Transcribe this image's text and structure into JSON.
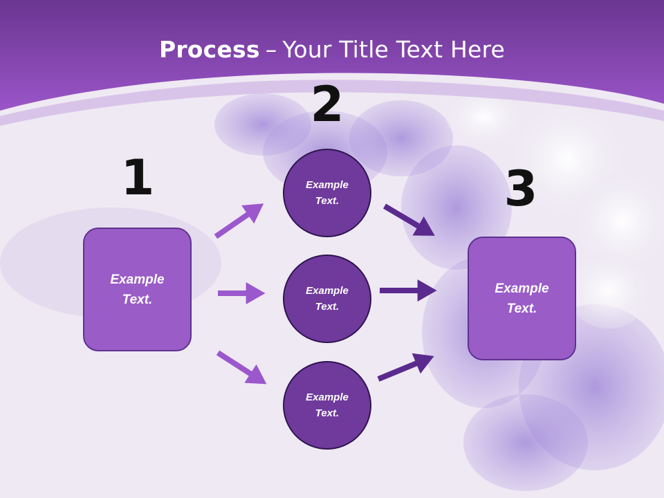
{
  "title": {
    "bold": "Process",
    "separator": "–",
    "rest": "Your Title Text Here"
  },
  "steps": [
    {
      "number": "1",
      "label": "Example Text."
    },
    {
      "number": "2",
      "labels": [
        "Example Text.",
        "Example Text.",
        "Example Text."
      ]
    },
    {
      "number": "3",
      "label": "Example Text."
    }
  ],
  "colors": {
    "header_purple": "#8a46bf",
    "box_fill": "#9a5cc6",
    "circle_fill": "#6f3a9c",
    "light_arrow": "#9b58cc",
    "dark_arrow": "#5a2a8e"
  }
}
